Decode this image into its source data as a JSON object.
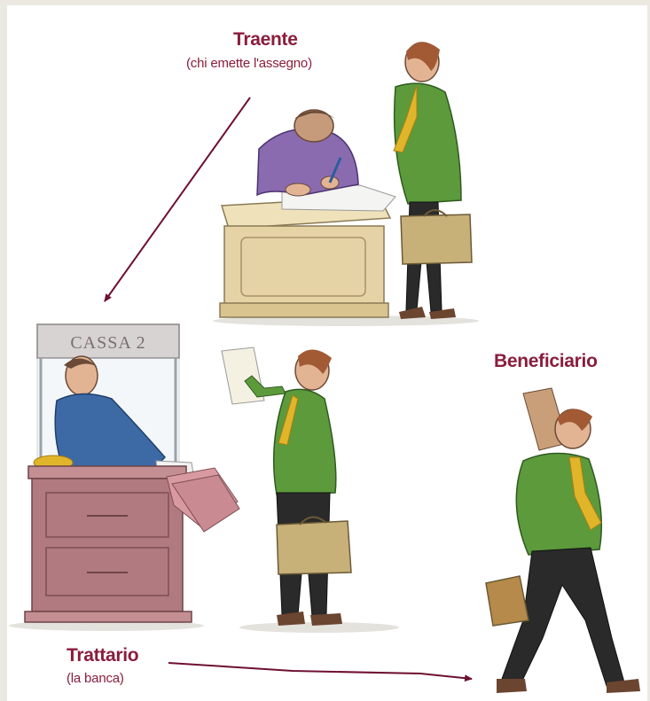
{
  "labels": {
    "traente": {
      "title": "Traente",
      "subtitle": "(chi emette l'assegno)"
    },
    "beneficiario": {
      "title": "Beneficiario"
    },
    "trattario": {
      "title": "Trattario",
      "subtitle": "(la banca)"
    }
  },
  "sign": {
    "text": "CASSA 2"
  },
  "colors": {
    "label": "#8a1d3c",
    "arrow": "#6e1030",
    "desk": "#e5d3a6",
    "counter": "#b07a80",
    "jacket_green": "#5c9a3c",
    "tie": "#e1b52a",
    "sweater": "#8a6bb0",
    "teller_shirt": "#3d6aa5",
    "background": "#ece9e2"
  },
  "icons": [
    "person-writing-icon",
    "person-waiting-icon",
    "bank-teller-icon",
    "person-presenting-check-icon",
    "person-walking-icon"
  ]
}
